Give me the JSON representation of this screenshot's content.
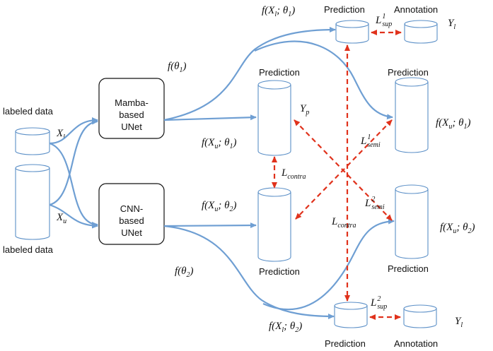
{
  "inputs": {
    "labeled_top": "labeled data",
    "labeled_bottom": "labeled data",
    "x_l": "X_l",
    "x_u": "X_u"
  },
  "networks": {
    "mamba": [
      "Mamba-",
      "based",
      "UNet"
    ],
    "cnn": [
      "CNN-",
      "based",
      "UNet"
    ],
    "f_theta1": "f(θ_1)",
    "f_theta2": "f(θ_2)"
  },
  "outputs": {
    "prediction": "Prediction",
    "annotation": "Annotation",
    "f_xl_theta1": "f(X_l; θ_1)",
    "f_xl_theta2": "f(X_l; θ_2)",
    "f_xu_theta1": "f(X_u; θ_1)",
    "f_xu_theta2": "f(X_u; θ_2)",
    "y_l": "Y_l",
    "y_p": "Y_p"
  },
  "losses": {
    "l_sup1": "L^1_sup",
    "l_sup2": "L^2_sup",
    "l_semi1": "L^1_semi",
    "l_semi2": "L^2_semi",
    "l_contra": "L_contra"
  },
  "colors": {
    "flow_arrow": "#6f9fd3",
    "loss_arrow": "#e0321c",
    "cylinder_stroke": "#5b8fc7"
  }
}
